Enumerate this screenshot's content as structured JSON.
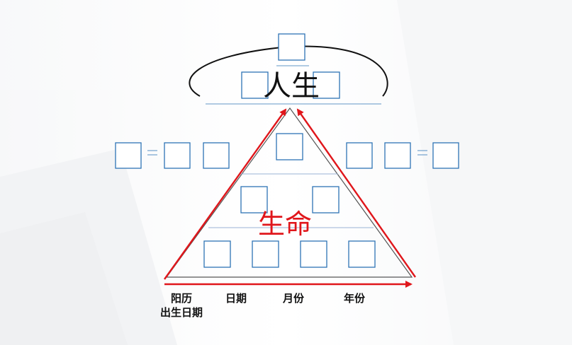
{
  "diagram": {
    "top_label": "人生",
    "center_label": "生命",
    "axis_labels": {
      "yang_li": "阳历",
      "birth_date": "出生日期",
      "day": "日期",
      "month": "月份",
      "year": "年份"
    },
    "colors": {
      "box_border": "#2e74b5",
      "arrow": "#e0161b",
      "text": "#111111"
    }
  }
}
